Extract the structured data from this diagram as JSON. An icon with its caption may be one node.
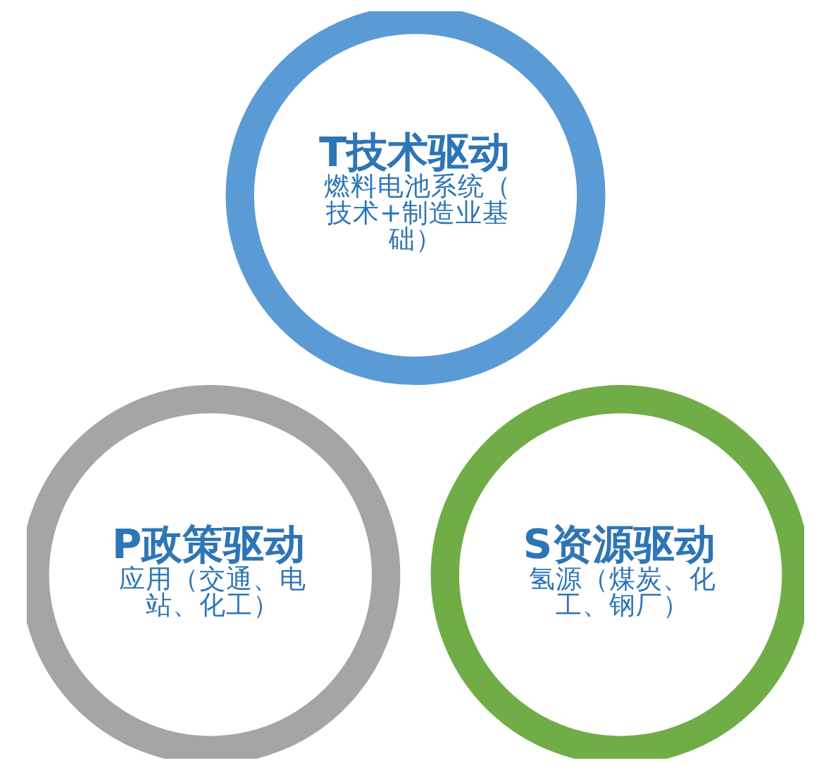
{
  "diagram": {
    "nodes": [
      {
        "text": [
          "T技术驱动",
          "燃料电池系统（技术+制造业基础）"
        ]
      },
      {
        "text": [
          "P政策驱动",
          "应用（交通、电站、化工）"
        ]
      },
      {
        "text": [
          "S资源驱动",
          "氢源（煤炭、化工、钢厂）"
        ]
      }
    ]
  }
}
